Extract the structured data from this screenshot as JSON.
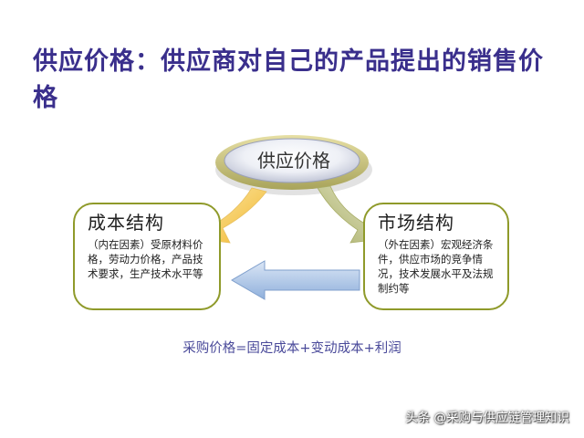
{
  "title": "供应价格：供应商对自己的产品提出的销售价格",
  "center": {
    "label": "供应价格"
  },
  "left_box": {
    "title": "成本结构",
    "text": "（内在因素）受原材料价格，劳动力价格，产品技术要求，生产技术水平等"
  },
  "right_box": {
    "title": "市场结构",
    "text": "（外在因素）宏观经济条件，供应市场的竞争情况，技术发展水平及法规制约等"
  },
  "formula": "采购价格=固定成本+变动成本+利润",
  "watermark": "头条 @采购与供应链管理知识",
  "colors": {
    "title": "#3a2f8c",
    "box_border": "#8f9a2a",
    "left_arrow": "#f2b62c",
    "right_arrow": "#b3b876",
    "bottom_arrow": "#7f9fcc",
    "formula": "#4a4a9a"
  }
}
